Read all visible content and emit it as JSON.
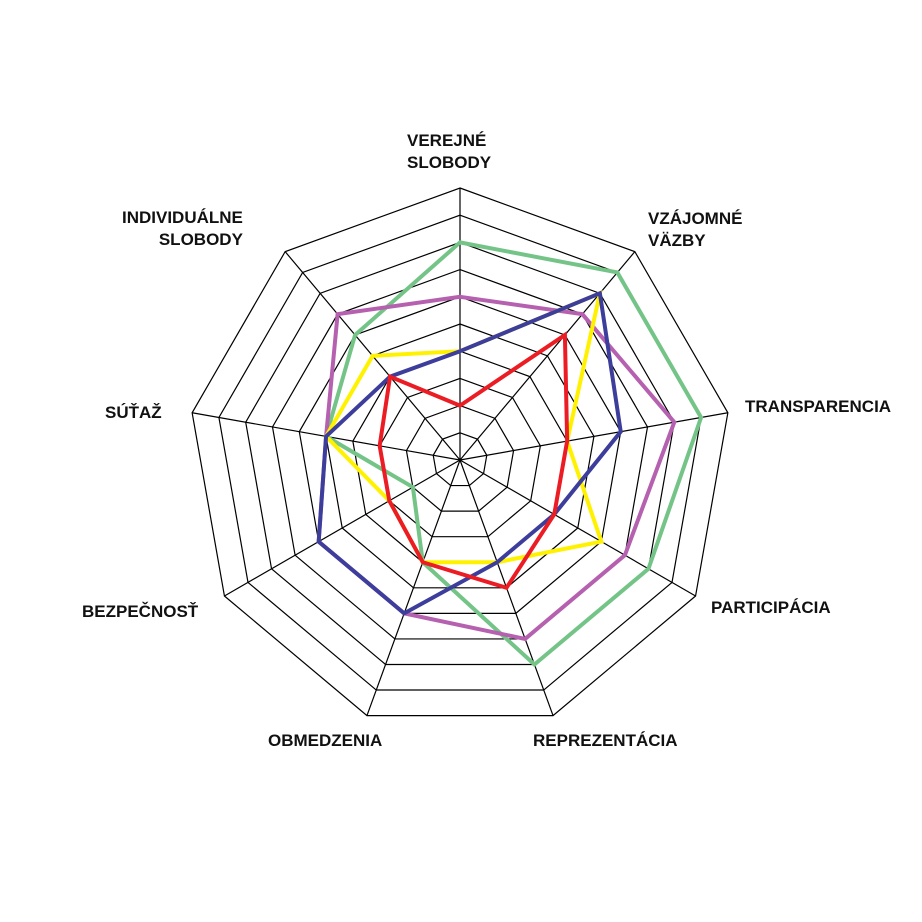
{
  "chart_data": {
    "type": "radar",
    "axes": [
      "VEREJNÉ SLOBODY",
      "VZÁJOMNÉ VÄZBY",
      "TRANSPARENCIA",
      "PARTICIPÁCIA",
      "REPREZENTÁCIA",
      "OBMEDZENIA",
      "BEZPEČNOSŤ",
      "SÚŤAŽ",
      "INDIVIDUÁLNE SLOBODY"
    ],
    "axis_labels": {
      "verejne": [
        "VEREJNÉ",
        "SLOBODY"
      ],
      "vzajomne": [
        "VZÁJOMNÉ",
        "VÄZBY"
      ],
      "transparencia": [
        "TRANSPARENCIA"
      ],
      "participacia": [
        "PARTICIPÁCIA"
      ],
      "reprezentacia": [
        "REPREZENTÁCIA"
      ],
      "obmedzenia": [
        "OBMEDZENIA"
      ],
      "bezpecnost": [
        "BEZPEČNOSŤ"
      ],
      "sutaz": [
        "SÚŤAŽ"
      ],
      "individualne": [
        "INDIVIDUÁLNE",
        "SLOBODY"
      ]
    },
    "range": [
      0,
      10
    ],
    "rings": 10,
    "series": [
      {
        "name": "green",
        "color": "#74c487",
        "values": [
          8,
          9,
          9,
          8,
          8,
          4,
          2,
          5,
          6
        ]
      },
      {
        "name": "purple",
        "color": "#b660b0",
        "values": [
          6,
          7,
          8,
          7,
          7,
          6,
          6,
          5,
          7
        ]
      },
      {
        "name": "yellow",
        "color": "#fff200",
        "values": [
          4,
          8,
          4,
          6,
          4,
          4,
          3,
          5,
          5
        ]
      },
      {
        "name": "blue",
        "color": "#3d3d9b",
        "values": [
          4,
          8,
          6,
          4,
          4,
          6,
          6,
          5,
          4
        ]
      },
      {
        "name": "red",
        "color": "#ec1c24",
        "values": [
          2,
          6,
          4,
          4,
          5,
          4,
          3,
          3,
          4
        ]
      }
    ]
  }
}
